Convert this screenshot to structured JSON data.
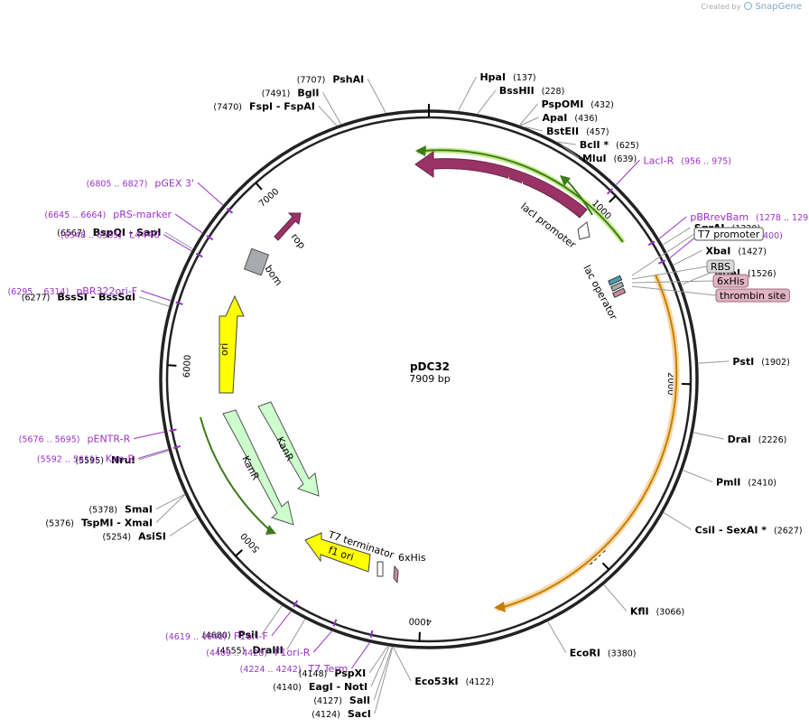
{
  "credit": {
    "prefix": "Created by",
    "brand": "SnapGene"
  },
  "plasmid": {
    "name": "pDC32",
    "length_label": "7909 bp",
    "length": 7909
  },
  "ticks": [
    {
      "label": "1000",
      "pos": 1000
    },
    {
      "label": "2000",
      "pos": 2000
    },
    {
      "label": "3000",
      "pos": 3000
    },
    {
      "label": "4000",
      "pos": 4000
    },
    {
      "label": "5000",
      "pos": 5000
    },
    {
      "label": "6000",
      "pos": 6000
    },
    {
      "label": "7000",
      "pos": 7000
    }
  ],
  "enzymes": [
    {
      "name": "HpaI",
      "pos": "(137)",
      "side": "R",
      "bp": 137
    },
    {
      "name": "BssHII",
      "pos": "(228)",
      "side": "R",
      "bp": 228
    },
    {
      "name": "PspOMI",
      "pos": "(432)",
      "side": "R",
      "bp": 432
    },
    {
      "name": "ApaI",
      "pos": "(436)",
      "side": "R",
      "bp": 436
    },
    {
      "name": "BstEII",
      "pos": "(457)",
      "side": "R",
      "bp": 457
    },
    {
      "name": "BclI *",
      "pos": "(625)",
      "side": "R",
      "bp": 625
    },
    {
      "name": "MluI",
      "pos": "(639)",
      "side": "R",
      "bp": 639
    },
    {
      "name": "SgrAI",
      "pos": "(1320)",
      "side": "R",
      "bp": 1320
    },
    {
      "name": "XbaI",
      "pos": "(1427)",
      "side": "R",
      "bp": 1427
    },
    {
      "name": "NdeI",
      "pos": "(1526)",
      "side": "R",
      "bp": 1526
    },
    {
      "name": "PstI",
      "pos": "(1902)",
      "side": "R",
      "bp": 1902
    },
    {
      "name": "DraI",
      "pos": "(2226)",
      "side": "R",
      "bp": 2226
    },
    {
      "name": "PmlI",
      "pos": "(2410)",
      "side": "R",
      "bp": 2410
    },
    {
      "name": "CsiI   -  SexAI *",
      "pos": "(2627)",
      "side": "R",
      "bp": 2627
    },
    {
      "name": "KflI",
      "pos": "(3066)",
      "side": "R",
      "bp": 3066
    },
    {
      "name": "EcoRI",
      "pos": "(3380)",
      "side": "R",
      "bp": 3380
    },
    {
      "name": "Eco53kI",
      "pos": "(4122)",
      "side": "R",
      "bp": 4122
    },
    {
      "name": "SacI",
      "pos": "(4124)",
      "side": "L",
      "bp": 4124
    },
    {
      "name": "SalI",
      "pos": "(4127)",
      "side": "L",
      "bp": 4127
    },
    {
      "name": "EagI  -  NotI",
      "pos": "(4140)",
      "side": "L",
      "bp": 4140
    },
    {
      "name": "PspXI",
      "pos": "(4148)",
      "side": "L",
      "bp": 4148
    },
    {
      "name": "DraIII",
      "pos": "(4555)",
      "side": "L",
      "bp": 4555
    },
    {
      "name": "PsiI",
      "pos": "(4680)",
      "side": "L",
      "bp": 4680
    },
    {
      "name": "AsiSI",
      "pos": "(5254)",
      "side": "L",
      "bp": 5254
    },
    {
      "name": "TspMI   -  XmaI",
      "pos": "(5376)",
      "side": "L",
      "bp": 5376
    },
    {
      "name": "SmaI",
      "pos": "(5378)",
      "side": "L",
      "bp": 5378
    },
    {
      "name": "NruI",
      "pos": "(5595)",
      "side": "L",
      "bp": 5595
    },
    {
      "name": "BssSI   -  BssSαI",
      "pos": "(6277)",
      "side": "L",
      "bp": 6277
    },
    {
      "name": "BspQI   -  SapI",
      "pos": "(6567)",
      "side": "L",
      "bp": 6567
    },
    {
      "name": "FspI   -  FspAI",
      "pos": "(7470)",
      "side": "L",
      "bp": 7470
    },
    {
      "name": "BglI",
      "pos": "(7491)",
      "side": "L",
      "bp": 7491
    },
    {
      "name": "PshAI",
      "pos": "(7707)",
      "side": "L",
      "bp": 7707
    }
  ],
  "primers": [
    {
      "name": "LacI-R",
      "pos": "(956 .. 975)",
      "side": "R",
      "bp": 965
    },
    {
      "name": "pBRrevBam",
      "pos": "(1278 .. 1297)",
      "side": "R",
      "bp": 1287
    },
    {
      "name": "T7",
      "pos": "(1381 .. 1400)",
      "side": "R",
      "bp": 1390
    },
    {
      "name": "T7 Term",
      "pos": "(4224 .. 4242)",
      "side": "L",
      "bp": 4233
    },
    {
      "name": "F1ori-R",
      "pos": "(4409 .. 4428)",
      "side": "L",
      "bp": 4418
    },
    {
      "name": "F1ori-F",
      "pos": "(4619 .. 4640)",
      "side": "L",
      "bp": 4630
    },
    {
      "name": "Kan-R",
      "pos": "(5592 .. 5611)",
      "side": "L",
      "bp": 5601
    },
    {
      "name": "pENTR-R",
      "pos": "(5676 .. 5695)",
      "side": "L",
      "bp": 5685
    },
    {
      "name": "pBR322ori-F",
      "pos": "(6295 .. 6314)",
      "side": "L",
      "bp": 6304
    },
    {
      "name": "L4440",
      "pos": "(6548 .. 6565)",
      "side": "L",
      "bp": 6556
    },
    {
      "name": "pRS-marker",
      "pos": "(6645 .. 6664)",
      "side": "L",
      "bp": 6654
    },
    {
      "name": "pGEX 3'",
      "pos": "(6805 .. 6827)",
      "side": "L",
      "bp": 6816
    }
  ],
  "boxed_features": [
    {
      "name": "T7 promoter",
      "fill": "#ffffff",
      "stroke": "#555555"
    },
    {
      "name": "RBS",
      "fill": "#d9d9d9",
      "stroke": "#888888"
    },
    {
      "name": "6xHis",
      "fill": "#e0b4c2",
      "stroke": "#a06a80"
    },
    {
      "name": "thrombin site",
      "fill": "#e0b4c2",
      "stroke": "#a06a80"
    }
  ],
  "features": {
    "lacI": "lacI",
    "lacI_promoter": "lacI promoter",
    "lac_operator": "lac operator",
    "rop": "rop",
    "bom": "bom",
    "ori": "ori",
    "KanR": "KanR",
    "T7_terminator": "T7 terminator",
    "f1_ori": "f1 ori",
    "sixHis": "6xHis"
  },
  "colors": {
    "backbone": "#222222",
    "enzyme": "#000000",
    "primer": "#9b30c8",
    "lacI": "#993366",
    "lacI_glow": "#c6ec8c",
    "orf_green": "#3d7a1a",
    "cds_orange": "#c77d00",
    "orange_glow": "#f7d9a6",
    "ori": "#ffff00",
    "kanr": "#ccffcc",
    "rop": "#993366",
    "bom": "#a7aab0",
    "leader": "#999999"
  }
}
